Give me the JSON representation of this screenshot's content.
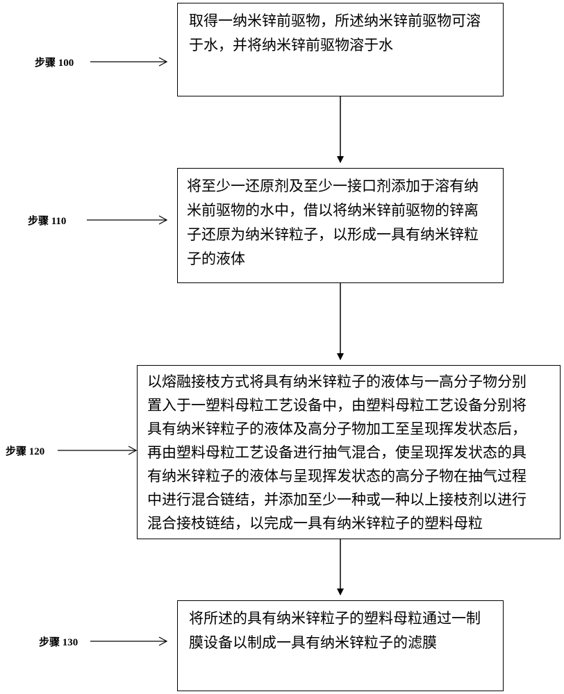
{
  "steps": [
    {
      "label": "步骤 100",
      "lines": [
        "取得一纳米锌前驱物，所述纳米锌前驱物可溶",
        "于水，并将纳米锌前驱物溶于水"
      ]
    },
    {
      "label": "步骤 110",
      "lines": [
        "将至少一还原剂及至少一接口剂添加于溶有纳",
        "米前驱物的水中，借以将纳米锌前驱物的锌离",
        "子还原为纳米锌粒子，以形成一具有纳米锌粒",
        "子的液体"
      ]
    },
    {
      "label": "步骤 120",
      "lines": [
        "以熔融接枝方式将具有纳米锌粒子的液体与一高分子物分别",
        "置入于一塑料母粒工艺设备中，由塑料母粒工艺设备分别将",
        "具有纳米锌粒子的液体及高分子物加工至呈现挥发状态后，",
        "再由塑料母粒工艺设备进行抽气混合，使呈现挥发状态的具",
        "有纳米锌粒子的液体与呈现挥发状态的高分子物在抽气过程",
        "中进行混合链结，并添加至少一种或一种以上接枝剂以进行",
        "混合接枝链结，以完成一具有纳米锌粒子的塑料母粒"
      ]
    },
    {
      "label": "步骤 130",
      "lines": [
        "将所述的具有纳米锌粒子的塑料母粒通过一制",
        "膜设备以制成一具有纳米锌粒子的滤膜"
      ]
    }
  ]
}
